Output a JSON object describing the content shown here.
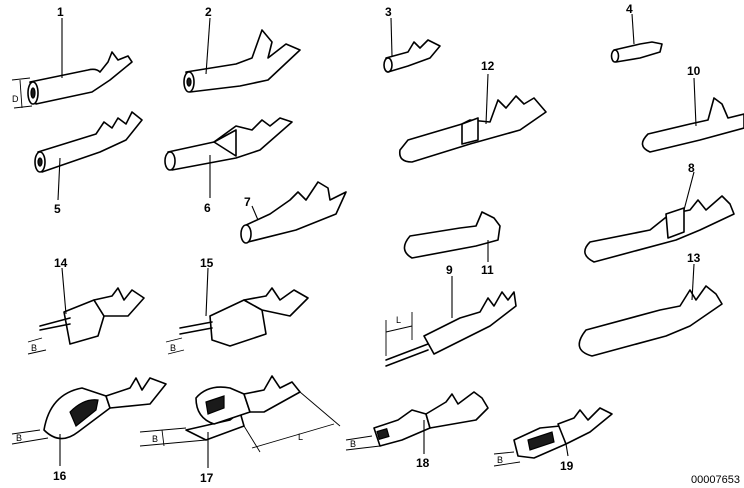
{
  "diagram": {
    "labels": [
      "1",
      "2",
      "3",
      "4",
      "5",
      "6",
      "7",
      "8",
      "9",
      "10",
      "11",
      "12",
      "13",
      "14",
      "15",
      "16",
      "17",
      "18",
      "19"
    ],
    "dimensions": {
      "d": "D",
      "b": "B",
      "l": "L"
    },
    "reference": "00007653"
  }
}
